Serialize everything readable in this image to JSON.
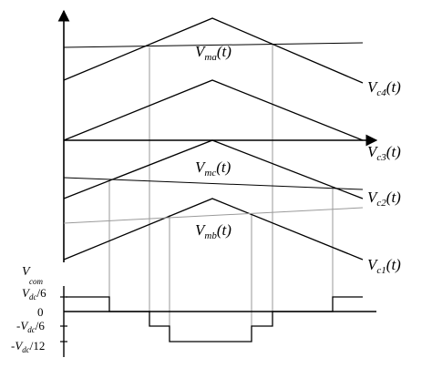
{
  "labels": {
    "vma": "V",
    "vma_sub": "ma",
    "vmc": "V",
    "vmc_sub": "mc",
    "vmb": "V",
    "vmb_sub": "mb",
    "vc4": "V",
    "vc4_sub": "c4",
    "vc3": "V",
    "vc3_sub": "c3",
    "vc2": "V",
    "vc2_sub": "c2",
    "vc1": "V",
    "vc1_sub": "c1",
    "time_arg": "(t)",
    "vcom": "V",
    "vcom_sub": "com"
  },
  "y_ticks": {
    "pos": "V",
    "pos_sub": "dc",
    "pos_den": "/6",
    "zero": "0",
    "neg": "-V",
    "neg_sub": "dc",
    "neg_den": "/6",
    "neg2": "-V",
    "neg2_sub": "dc",
    "neg2_den": "/12"
  },
  "colors": {
    "line": "#000000",
    "guide": "#808080",
    "modulation_b": "#9a9a9a"
  }
}
